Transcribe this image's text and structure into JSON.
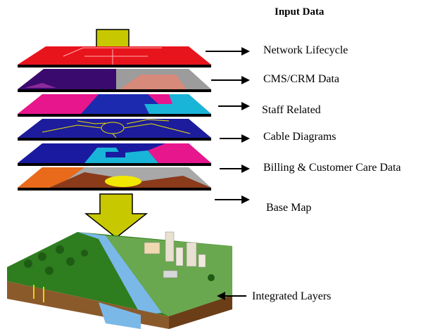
{
  "title": "Input Data",
  "layers": [
    {
      "name": "Network Lifecycle",
      "color": "#e8141c"
    },
    {
      "name": "CMS/CRM Data",
      "color": "#3b0a6e"
    },
    {
      "name": "Staff Related",
      "color": "#e8168c"
    },
    {
      "name": "Cable Diagrams",
      "color": "#1c1c9c"
    },
    {
      "name": "Billing & Customer Care Data",
      "color": "#1a1aa0"
    },
    {
      "name": "Base Map",
      "color": "#a8a8a8"
    }
  ],
  "integrated_label": "Integrated Layers",
  "colors": {
    "arrow_fill": "#c8c800",
    "terrain_forest": "#2e7d1e",
    "river": "#7ab8e8",
    "soil": "#8b5a2b"
  }
}
